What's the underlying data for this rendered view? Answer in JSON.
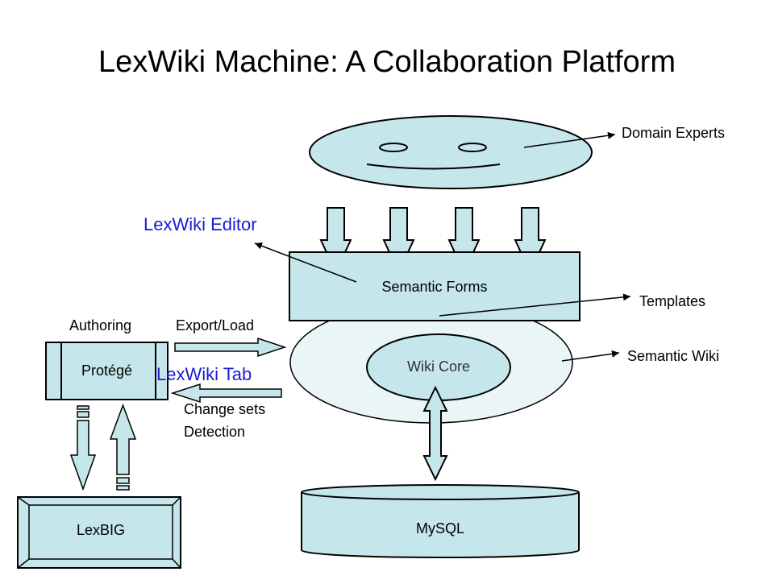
{
  "title": "LexWiki Machine: A Collaboration Platform",
  "labels": {
    "domain_experts": "Domain Experts",
    "lexwiki_editor": "LexWiki Editor",
    "semantic_forms": "Semantic Forms",
    "templates": "Templates",
    "authoring": "Authoring",
    "export_load": "Export/Load",
    "semantic_wiki": "Semantic Wiki",
    "protege": "Protégé",
    "lexwiki_tab": "LexWiki Tab",
    "wiki_core": "Wiki Core",
    "change_sets": "Change sets",
    "detection": "Detection",
    "lexbig": "LexBIG",
    "mysql": "MySQL"
  },
  "colors": {
    "fill": "#c5e6ea",
    "light_fill": "#e9f5f6",
    "blue_text": "#1a1ad6",
    "stroke": "#000000"
  }
}
